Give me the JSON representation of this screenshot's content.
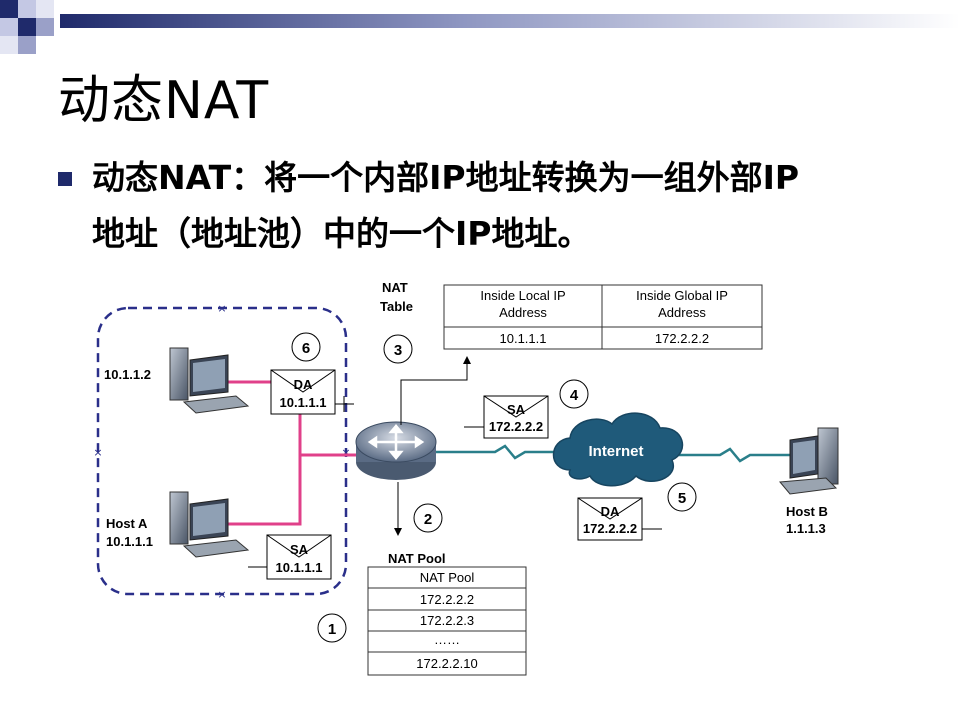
{
  "slide": {
    "title": "动态NAT",
    "bullet_line1": "动态NAT：将一个内部IP地址转换为一组外部IP",
    "bullet_line2": "地址（地址池）中的一个IP地址。"
  },
  "diagram": {
    "host_top_label": "10.1.1.2",
    "host_a_label": "Host A",
    "host_a_ip": "10.1.1.1",
    "host_b_label": "Host B",
    "host_b_ip": "1.1.1.3",
    "internet_label": "Internet",
    "nat_table_title_1": "NAT",
    "nat_table_title_2": "Table",
    "nat_pool_title": "NAT Pool",
    "nat_table": {
      "headers": [
        {
          "line1": "Inside Local  IP",
          "line2": "Address"
        },
        {
          "line1": "Inside Global  IP",
          "line2": "Address"
        }
      ],
      "row": [
        "10.1.1.1",
        "172.2.2.2"
      ]
    },
    "nat_pool_rows": [
      "NAT Pool",
      "172.2.2.2",
      "172.2.2.3",
      "……",
      "172.2.2.10"
    ],
    "packets": {
      "da_inside": {
        "type": "DA",
        "addr": "10.1.1.1"
      },
      "sa_inside": {
        "type": "SA",
        "addr": "10.1.1.1"
      },
      "sa_outside": {
        "type": "SA",
        "addr": "172.2.2.2"
      },
      "da_outside": {
        "type": "DA",
        "addr": "172.2.2.2"
      }
    },
    "steps": [
      "1",
      "2",
      "3",
      "4",
      "5",
      "6"
    ]
  },
  "colors": {
    "title_bar_dark": "#1f2a6b",
    "title_bar_light": "#9aa0c8",
    "inside_link": "#e0408a",
    "outside_link": "#2a7f8a",
    "dashed_border": "#2a2f8a",
    "cloud": "#1f5a7a"
  }
}
